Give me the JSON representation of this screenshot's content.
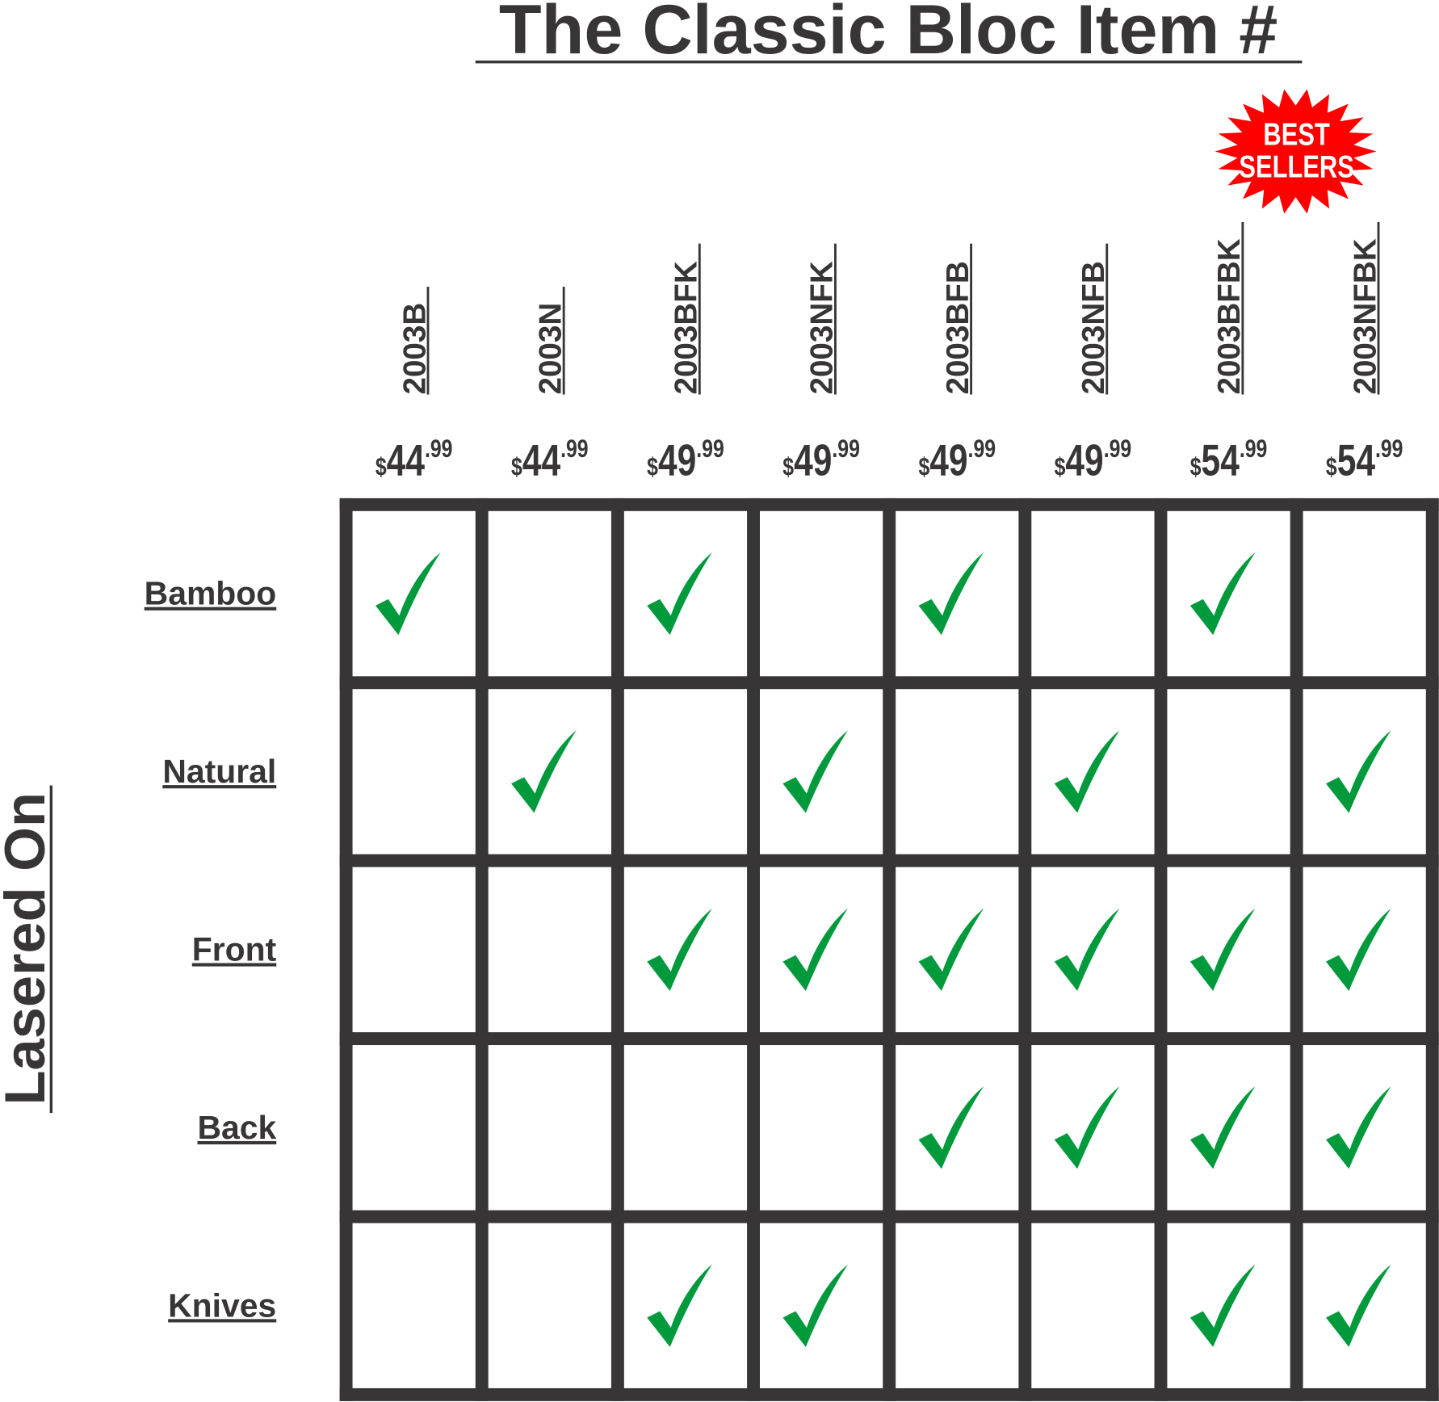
{
  "title": "The Classic Bloc Item #",
  "axis_label": "Lasered On",
  "badge": {
    "line1": "BEST",
    "line2": "SELLERS",
    "color": "#ff0000"
  },
  "colors": {
    "ink": "#373535",
    "check": "#009a3d"
  },
  "columns": [
    {
      "sku": "2003B",
      "currency": "$",
      "dollars": "44",
      "cents": ".99"
    },
    {
      "sku": "2003N",
      "currency": "$",
      "dollars": "44",
      "cents": ".99"
    },
    {
      "sku": "2003BFK",
      "currency": "$",
      "dollars": "49",
      "cents": ".99"
    },
    {
      "sku": "2003NFK",
      "currency": "$",
      "dollars": "49",
      "cents": ".99"
    },
    {
      "sku": "2003BFB",
      "currency": "$",
      "dollars": "49",
      "cents": ".99"
    },
    {
      "sku": "2003NFB",
      "currency": "$",
      "dollars": "49",
      "cents": ".99"
    },
    {
      "sku": "2003BFBK",
      "currency": "$",
      "dollars": "54",
      "cents": ".99"
    },
    {
      "sku": "2003NFBK",
      "currency": "$",
      "dollars": "54",
      "cents": ".99"
    }
  ],
  "rows": [
    {
      "label": "Bamboo",
      "checks": [
        1,
        0,
        1,
        0,
        1,
        0,
        1,
        0
      ]
    },
    {
      "label": "Natural",
      "checks": [
        0,
        1,
        0,
        1,
        0,
        1,
        0,
        1
      ]
    },
    {
      "label": "Front",
      "checks": [
        0,
        0,
        1,
        1,
        1,
        1,
        1,
        1
      ]
    },
    {
      "label": "Back",
      "checks": [
        0,
        0,
        0,
        0,
        1,
        1,
        1,
        1
      ]
    },
    {
      "label": "Knives",
      "checks": [
        0,
        0,
        1,
        1,
        0,
        0,
        1,
        1
      ]
    }
  ]
}
